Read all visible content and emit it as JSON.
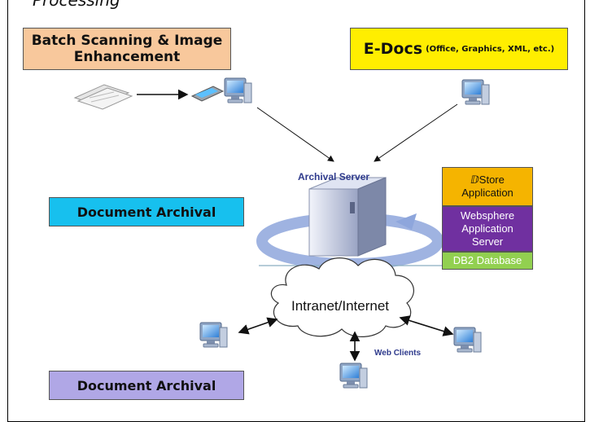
{
  "header": {
    "cut_text": "Processing"
  },
  "batch_box": {
    "label": "Batch Scanning & Image Enhancement"
  },
  "edocs_box": {
    "title": "E-Docs",
    "subtitle": "(Office, Graphics, XML, etc.)"
  },
  "archival_box_top": {
    "label": "Document Archival"
  },
  "archival_box_bottom": {
    "label": "Document Archival"
  },
  "server": {
    "label": "Archival Server"
  },
  "stack": {
    "app_line1": "ⅅStore",
    "app_line2": "Application",
    "ws_line1": "Websphere",
    "ws_line2": "Application",
    "ws_line3": "Server",
    "db": "DB2 Database"
  },
  "cloud": {
    "label": "Intranet/Internet"
  },
  "clients": {
    "label": "Web Clients"
  },
  "icons": [
    "documents-icon",
    "scanner-icon",
    "computer-icon",
    "server-icon",
    "cloud-icon"
  ],
  "colors": {
    "batch": "#f8c89c",
    "edocs": "#ffee00",
    "archive_top": "#17c0ee",
    "archive_bottom": "#b0a7e6",
    "app": "#f5b400",
    "websphere": "#7030a0",
    "db2": "#92d050"
  }
}
